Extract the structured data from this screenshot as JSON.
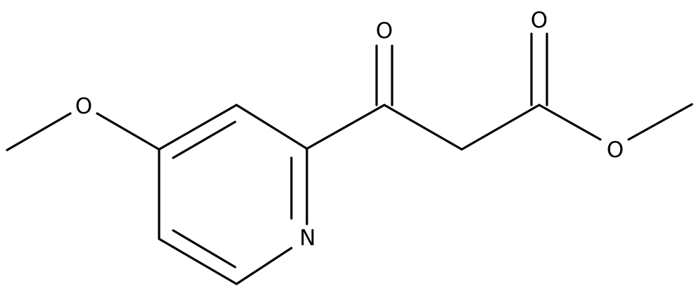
{
  "atoms": [
    {
      "id": "o_methoxy",
      "label": "O"
    },
    {
      "id": "n_pyridine",
      "label": "N"
    },
    {
      "id": "o_ketone",
      "label": "O"
    },
    {
      "id": "o_ester_carbonyl",
      "label": "O"
    },
    {
      "id": "o_ester",
      "label": "O"
    }
  ],
  "colors": {
    "bond": "#000000",
    "background": "#ffffff"
  }
}
